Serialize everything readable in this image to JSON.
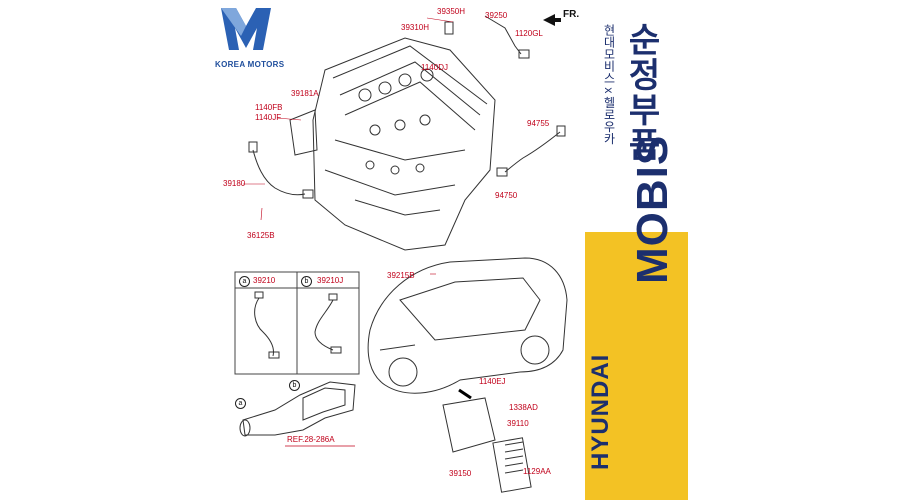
{
  "logo": {
    "text": "KOREA MOTORS"
  },
  "orientation": "FR.",
  "parts": {
    "p39350H": "39350H",
    "p39250": "39250",
    "p39310H": "39310H",
    "p1120GL": "1120GL",
    "p1140DJ": "1140DJ",
    "p39181A": "39181A",
    "p1140FB": "1140FB",
    "p1140JF": "1140JF",
    "p94755": "94755",
    "p39180": "39180",
    "p94750": "94750",
    "p36125B": "36125B",
    "p39215B": "39215B",
    "p39210": "39210",
    "p39210J": "39210J",
    "p1140EJ": "1140EJ",
    "p1338AD": "1338AD",
    "p39110": "39110",
    "p39150": "39150",
    "p1129AA": "1129AA",
    "ref": "REF.28-286A"
  },
  "callouts": {
    "a": "a",
    "b": "b"
  },
  "brand_panel": {
    "korean_small": "현대모비스 x 헬로우카",
    "korean_big": "순정부품",
    "mobis": "MOBIS",
    "hyundai": "HYUNDAI",
    "colors": {
      "navy": "#1c2f6e",
      "yellow": "#f3c224",
      "red_label": "#c0001a"
    }
  }
}
